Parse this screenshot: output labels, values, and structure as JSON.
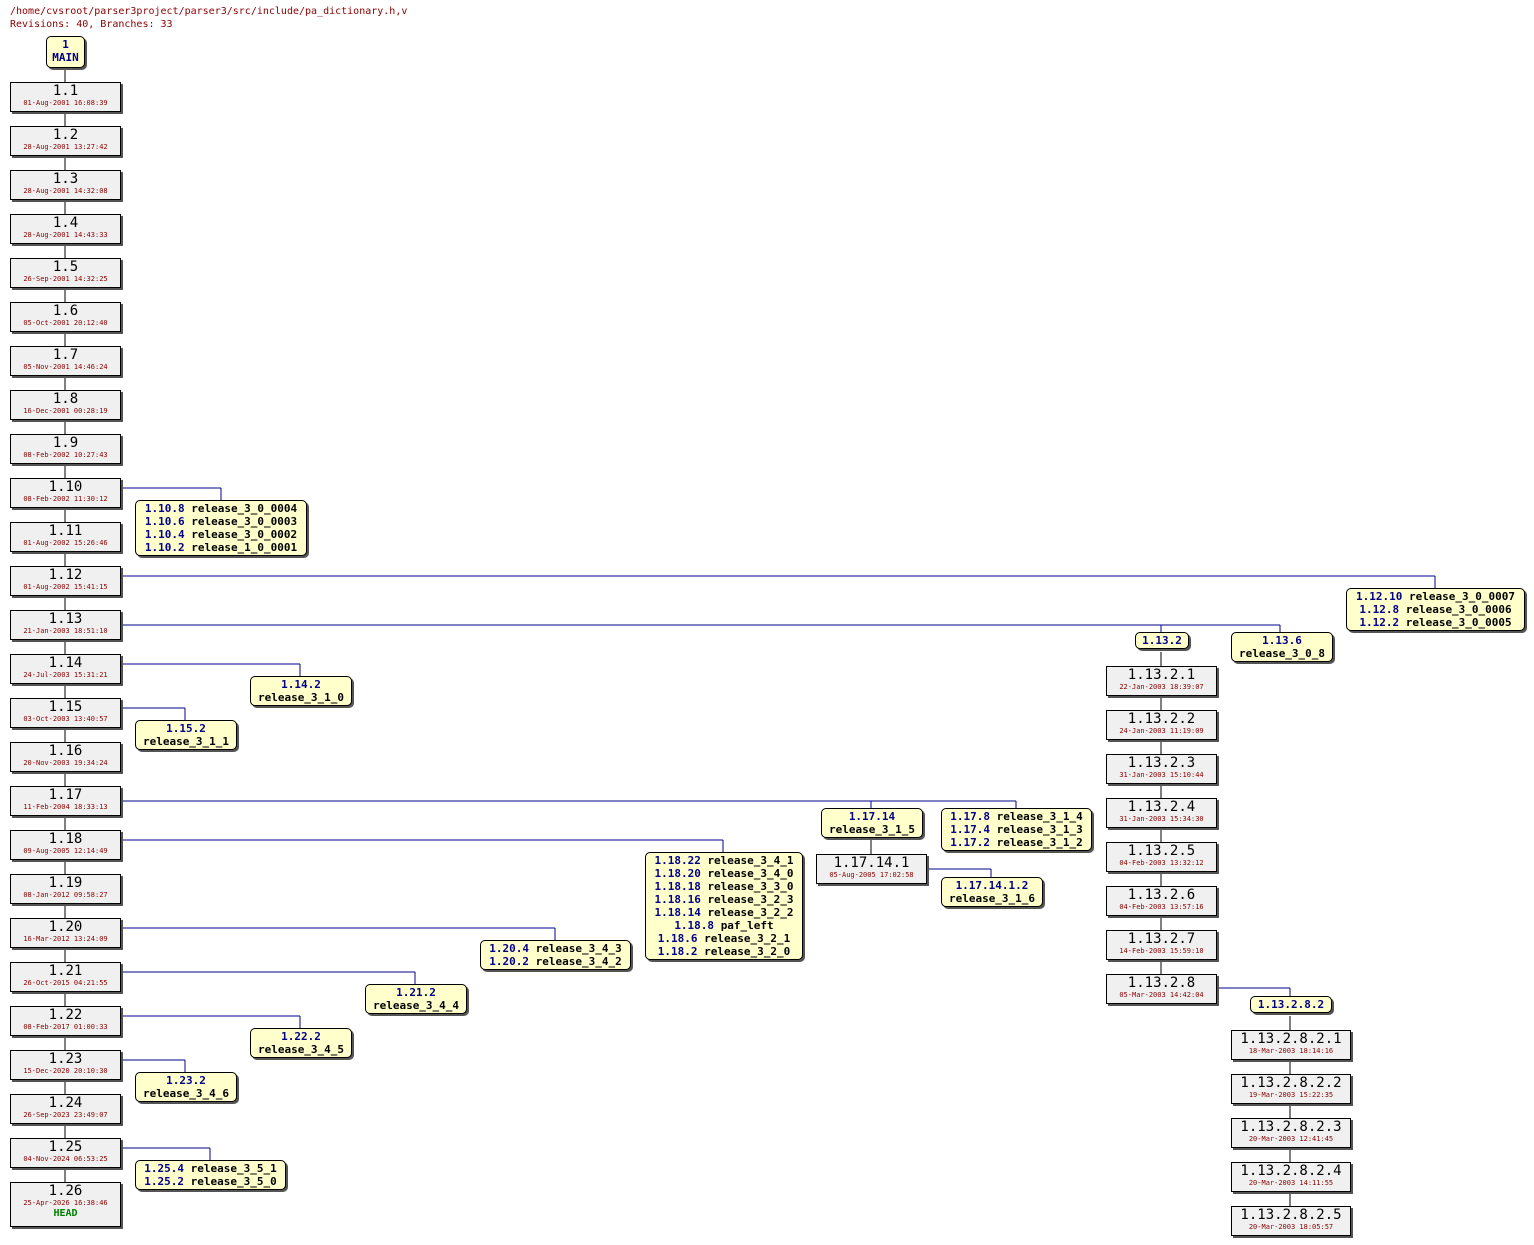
{
  "header": {
    "path": "/home/cvsroot/parser3project/parser3/src/include/pa_dictionary.h,v",
    "summary": "Revisions: 40, Branches: 33"
  },
  "colors": {
    "branch_line": "#00008b",
    "revision_bg": "#f0f0f0",
    "tag_bg": "#ffffcc",
    "date": "#8b0000",
    "head": "#008000"
  },
  "main": {
    "rev": "1",
    "name": "MAIN"
  },
  "revisions": [
    {
      "id": "1.1",
      "date": "01-Aug-2001 16:08:39"
    },
    {
      "id": "1.2",
      "date": "28-Aug-2001 13:27:42"
    },
    {
      "id": "1.3",
      "date": "28-Aug-2001 14:32:08"
    },
    {
      "id": "1.4",
      "date": "28-Aug-2001 14:43:33"
    },
    {
      "id": "1.5",
      "date": "26-Sep-2001 14:32:25"
    },
    {
      "id": "1.6",
      "date": "05-Oct-2001 20:12:40"
    },
    {
      "id": "1.7",
      "date": "05-Nov-2001 14:46:24"
    },
    {
      "id": "1.8",
      "date": "16-Dec-2001 00:28:19"
    },
    {
      "id": "1.9",
      "date": "08-Feb-2002 10:27:43"
    },
    {
      "id": "1.10",
      "date": "08-Feb-2002 11:30:12"
    },
    {
      "id": "1.11",
      "date": "01-Aug-2002 15:26:46"
    },
    {
      "id": "1.12",
      "date": "01-Aug-2002 15:41:15"
    },
    {
      "id": "1.13",
      "date": "21-Jan-2003 18:51:10"
    },
    {
      "id": "1.14",
      "date": "24-Jul-2003 15:31:21"
    },
    {
      "id": "1.15",
      "date": "03-Oct-2003 13:40:57"
    },
    {
      "id": "1.16",
      "date": "20-Nov-2003 19:34:24"
    },
    {
      "id": "1.17",
      "date": "11-Feb-2004 18:33:13"
    },
    {
      "id": "1.18",
      "date": "09-Aug-2005 12:14:49"
    },
    {
      "id": "1.19",
      "date": "08-Jan-2012 09:58:27"
    },
    {
      "id": "1.20",
      "date": "16-Mar-2012 13:24:09"
    },
    {
      "id": "1.21",
      "date": "26-Oct-2015 04:21:55"
    },
    {
      "id": "1.22",
      "date": "08-Feb-2017 01:00:33"
    },
    {
      "id": "1.23",
      "date": "15-Dec-2020 20:10:30"
    },
    {
      "id": "1.24",
      "date": "26-Sep-2023 23:49:07"
    },
    {
      "id": "1.25",
      "date": "04-Nov-2024 06:53:25"
    },
    {
      "id": "1.26",
      "date": "25-Apr-2026 16:38:46",
      "head": "HEAD"
    },
    {
      "id": "1.13.2.1",
      "date": "22-Jan-2003 18:39:07"
    },
    {
      "id": "1.13.2.2",
      "date": "24-Jan-2003 11:19:09"
    },
    {
      "id": "1.13.2.3",
      "date": "31-Jan-2003 15:10:44"
    },
    {
      "id": "1.13.2.4",
      "date": "31-Jan-2003 15:34:30"
    },
    {
      "id": "1.13.2.5",
      "date": "04-Feb-2003 13:32:12"
    },
    {
      "id": "1.13.2.6",
      "date": "04-Feb-2003 13:57:16"
    },
    {
      "id": "1.13.2.7",
      "date": "14-Feb-2003 15:59:10"
    },
    {
      "id": "1.13.2.8",
      "date": "05-Mar-2003 14:42:04"
    },
    {
      "id": "1.13.2.8.2.1",
      "date": "18-Mar-2003 18:14:16"
    },
    {
      "id": "1.13.2.8.2.2",
      "date": "19-Mar-2003 15:22:35"
    },
    {
      "id": "1.13.2.8.2.3",
      "date": "20-Mar-2003 12:41:45"
    },
    {
      "id": "1.13.2.8.2.4",
      "date": "20-Mar-2003 14:11:55"
    },
    {
      "id": "1.13.2.8.2.5",
      "date": "20-Mar-2003 18:05:57"
    },
    {
      "id": "1.17.14.1",
      "date": "05-Aug-2005 17:02:58"
    }
  ],
  "tags": [
    {
      "id": "tag-1.10",
      "rows": [
        {
          "rev": "1.10.8",
          "name": "release_3_0_0004"
        },
        {
          "rev": "1.10.6",
          "name": "release_3_0_0003"
        },
        {
          "rev": "1.10.4",
          "name": "release_3_0_0002"
        },
        {
          "rev": "1.10.2",
          "name": "release_1_0_0001"
        }
      ]
    },
    {
      "id": "tag-1.12",
      "rows": [
        {
          "rev": "1.12.10",
          "name": "release_3_0_0007"
        },
        {
          "rev": "1.12.8",
          "name": "release_3_0_0006"
        },
        {
          "rev": "1.12.2",
          "name": "release_3_0_0005"
        }
      ]
    },
    {
      "id": "tag-1.13.2",
      "rows": [
        {
          "rev": "1.13.2",
          "name": ""
        }
      ]
    },
    {
      "id": "tag-1.13.6",
      "rows": [
        {
          "rev": "1.13.6",
          "name": ""
        },
        {
          "rev": "",
          "name": "release_3_0_8"
        }
      ]
    },
    {
      "id": "tag-1.14",
      "rows": [
        {
          "rev": "1.14.2",
          "name": ""
        },
        {
          "rev": "",
          "name": "release_3_1_0"
        }
      ]
    },
    {
      "id": "tag-1.15",
      "rows": [
        {
          "rev": "1.15.2",
          "name": ""
        },
        {
          "rev": "",
          "name": "release_3_1_1"
        }
      ]
    },
    {
      "id": "tag-1.17.14",
      "rows": [
        {
          "rev": "1.17.14",
          "name": ""
        },
        {
          "rev": "",
          "name": "release_3_1_5"
        }
      ]
    },
    {
      "id": "tag-1.17",
      "rows": [
        {
          "rev": "1.17.8",
          "name": "release_3_1_4"
        },
        {
          "rev": "1.17.4",
          "name": "release_3_1_3"
        },
        {
          "rev": "1.17.2",
          "name": "release_3_1_2"
        }
      ]
    },
    {
      "id": "tag-1.17.14.1",
      "rows": [
        {
          "rev": "1.17.14.1.2",
          "name": ""
        },
        {
          "rev": "",
          "name": "release_3_1_6"
        }
      ]
    },
    {
      "id": "tag-1.18",
      "rows": [
        {
          "rev": "1.18.22",
          "name": "release_3_4_1"
        },
        {
          "rev": "1.18.20",
          "name": "release_3_4_0"
        },
        {
          "rev": "1.18.18",
          "name": "release_3_3_0"
        },
        {
          "rev": "1.18.16",
          "name": "release_3_2_3"
        },
        {
          "rev": "1.18.14",
          "name": "release_3_2_2"
        },
        {
          "rev": "1.18.8",
          "name": "paf_left"
        },
        {
          "rev": "1.18.6",
          "name": "release_3_2_1"
        },
        {
          "rev": "1.18.2",
          "name": "release_3_2_0"
        }
      ]
    },
    {
      "id": "tag-1.20",
      "rows": [
        {
          "rev": "1.20.4",
          "name": "release_3_4_3"
        },
        {
          "rev": "1.20.2",
          "name": "release_3_4_2"
        }
      ]
    },
    {
      "id": "tag-1.21",
      "rows": [
        {
          "rev": "1.21.2",
          "name": ""
        },
        {
          "rev": "",
          "name": "release_3_4_4"
        }
      ]
    },
    {
      "id": "tag-1.22",
      "rows": [
        {
          "rev": "1.22.2",
          "name": ""
        },
        {
          "rev": "",
          "name": "release_3_4_5"
        }
      ]
    },
    {
      "id": "tag-1.23",
      "rows": [
        {
          "rev": "1.23.2",
          "name": ""
        },
        {
          "rev": "",
          "name": "release_3_4_6"
        }
      ]
    },
    {
      "id": "tag-1.25",
      "rows": [
        {
          "rev": "1.25.4",
          "name": "release_3_5_1"
        },
        {
          "rev": "1.25.2",
          "name": "release_3_5_0"
        }
      ]
    },
    {
      "id": "tag-1.13.2.8",
      "rows": [
        {
          "rev": "1.13.2.8.2",
          "name": ""
        }
      ]
    }
  ]
}
